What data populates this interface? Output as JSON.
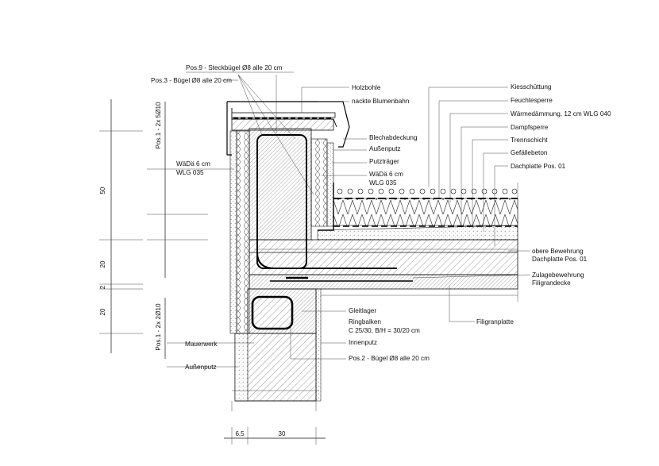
{
  "labels": {
    "pos9": "Pos.9 - Steckbügel Ø8 alle 20 cm",
    "pos3": "Pos.3 - Bügel Ø8 alle 20 cm",
    "holzbohle": "Holzbohle",
    "blumenbahn": "nackte Blumenbahn",
    "blechabdeckung": "Blechabdeckung",
    "aussenputz_top": "Außenputz",
    "putztraeger": "Putzträger",
    "waedae_inner_1": "WäDä 6 cm",
    "waedae_inner_2": "WLG 035",
    "waedae_left_1": "WäDä 6 cm",
    "waedae_left_2": "WLG 035",
    "kiesschuettung": "Kiesschüttung",
    "feuchtesperre": "Feuchtesperre",
    "waermedaemmung": "Wärmedämmung, 12 cm WLG 040",
    "dampfsperre": "Dampfsperre",
    "trennschicht": "Trennschicht",
    "gefaellebeton": "Gefällebeton",
    "dachplatte": "Dachplatte Pos. 01",
    "obere_bew_1": "obere Bewehrung",
    "obere_bew_2": "Dachplatte Pos. 01",
    "zulage_1": "Zulagebewehrung",
    "zulage_2": "Filigrandecke",
    "filigranplatte": "Filigranplatte",
    "gleitlager": "Gleitlager",
    "ringbalken_1": "Ringbalken",
    "ringbalken_2": "C 25/30, B/H = 30/20 cm",
    "innenputz": "Innenputz",
    "pos2": "Pos.2 - Bügel Ø8 alle 20 cm",
    "mauerwerk": "Mauerwerk",
    "aussenputz_left": "Außenputz",
    "pos1_upper": "Pos.1 - 2x 5Ø10",
    "pos1_lower": "Pos.1 - 2x 2Ø10"
  },
  "dimensions": {
    "h50": "50",
    "h20a": "20",
    "h2": "2",
    "h20b": "20",
    "w65": "6,5",
    "w30": "30"
  }
}
